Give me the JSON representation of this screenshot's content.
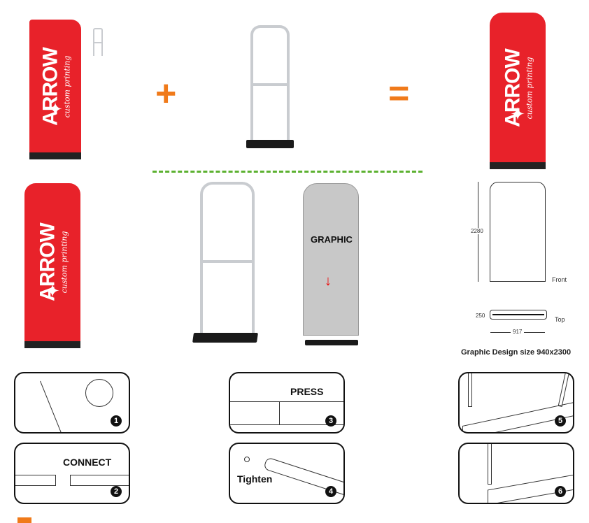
{
  "logo": {
    "name": "ARROW",
    "tagline": "custom printing"
  },
  "operators": {
    "plus": "+",
    "equals": "="
  },
  "graphic_label": "GRAPHIC",
  "dimensions": {
    "height": "2280",
    "front": "Front",
    "depth": "250",
    "top": "Top",
    "width": "917",
    "caption": "Graphic Design size 940x2300"
  },
  "steps": [
    {
      "number": "1",
      "label": ""
    },
    {
      "number": "2",
      "label": "CONNECT"
    },
    {
      "number": "3",
      "label": "PRESS"
    },
    {
      "number": "4",
      "label": "Tighten"
    },
    {
      "number": "5",
      "label": ""
    },
    {
      "number": "6",
      "label": ""
    }
  ],
  "colors": {
    "banner": "#e8222a",
    "accent": "#f07a1a",
    "divider": "#5cb130"
  }
}
